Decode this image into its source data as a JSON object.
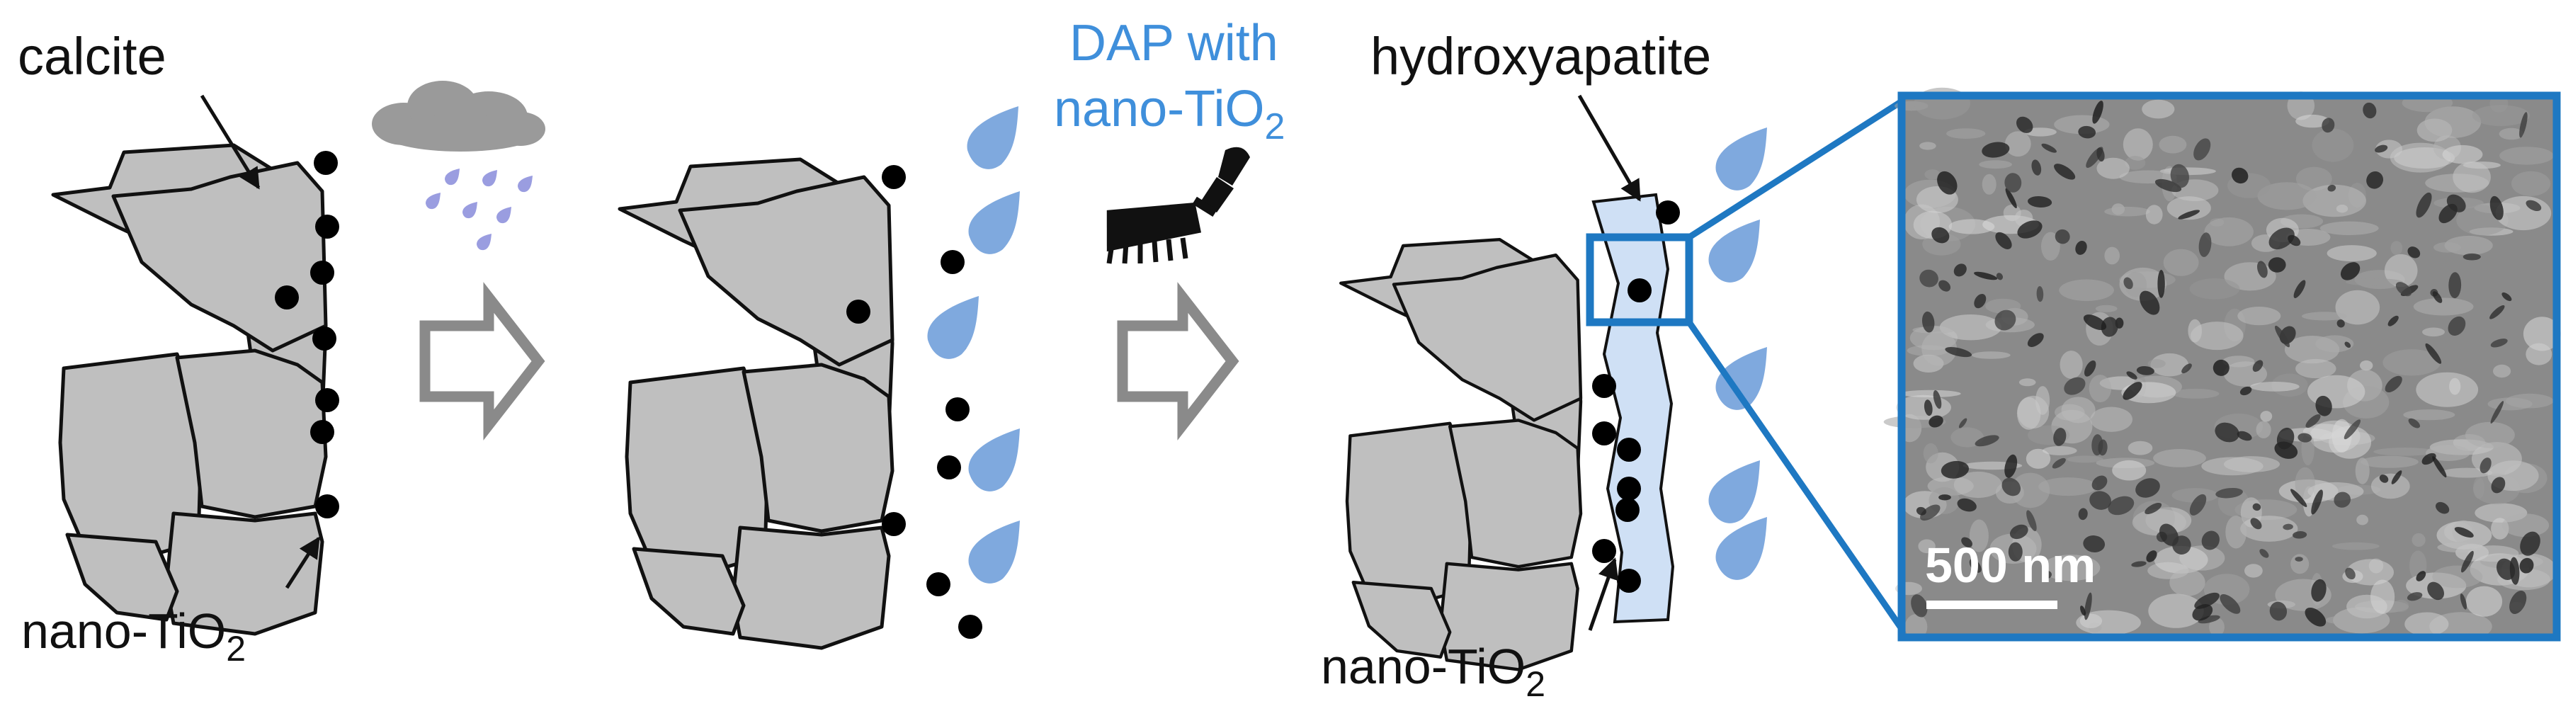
{
  "labels": {
    "calcite": "calcite",
    "nano_tio2_left": "nano-TiO",
    "nano_tio2_left_sub": "2",
    "dap_line1": "DAP with",
    "dap_line2": "nano-TiO",
    "dap_line2_sub": "2",
    "hydroxyapatite": "hydroxyapatite",
    "nano_tio2_right": "nano-TiO",
    "nano_tio2_right_sub": "2",
    "scale_bar": "500 nm"
  },
  "colors": {
    "grain_fill": "#bfbfbf",
    "outline": "#111111",
    "droplet": "#7fa9de",
    "rain": "#9a9de0",
    "cloud": "#9a9a9a",
    "arrow_gray": "#8a8a8a",
    "highlight_blue": "#1e78c2",
    "label_blue": "#3f8fdb",
    "coating": "#cfe0f5"
  },
  "icons": {
    "rain_cloud": "rain-cloud-icon",
    "paintbrush": "paintbrush-icon",
    "process_arrow": "hollow-right-arrow-icon"
  }
}
